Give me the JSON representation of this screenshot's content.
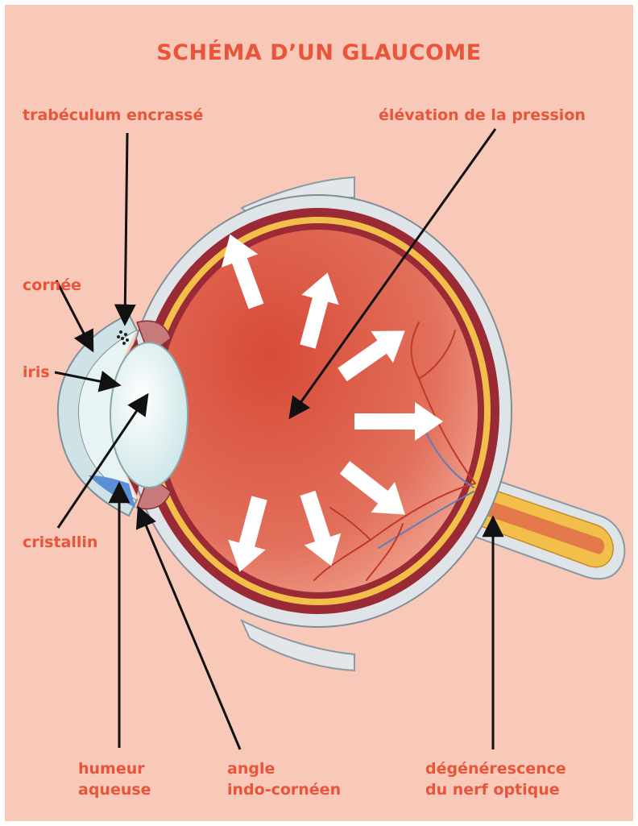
{
  "title": "SCHÉMA D’UN GLAUCOME",
  "labels": {
    "trabeculum": "trabéculum encrassé",
    "pression": "élévation de la pression",
    "cornee": "cornée",
    "iris": "iris",
    "cristallin": "cristallin",
    "humeur_line1": "humeur",
    "humeur_line2": "aqueuse",
    "angle_line1": "angle",
    "angle_line2": "indo-cornéen",
    "nerf_line1": "dégénérescence",
    "nerf_line2": "du nerf optique"
  },
  "colors": {
    "background": "#f8c8b8",
    "label_text": "#e8553a",
    "vitreous": "#d9503e",
    "sclera": "#dfe4e8",
    "choroid": "#9a2b36",
    "retina": "#f2c04a",
    "lens": "#e6f3f3",
    "aqueous_blue": "#5b8fd6"
  }
}
